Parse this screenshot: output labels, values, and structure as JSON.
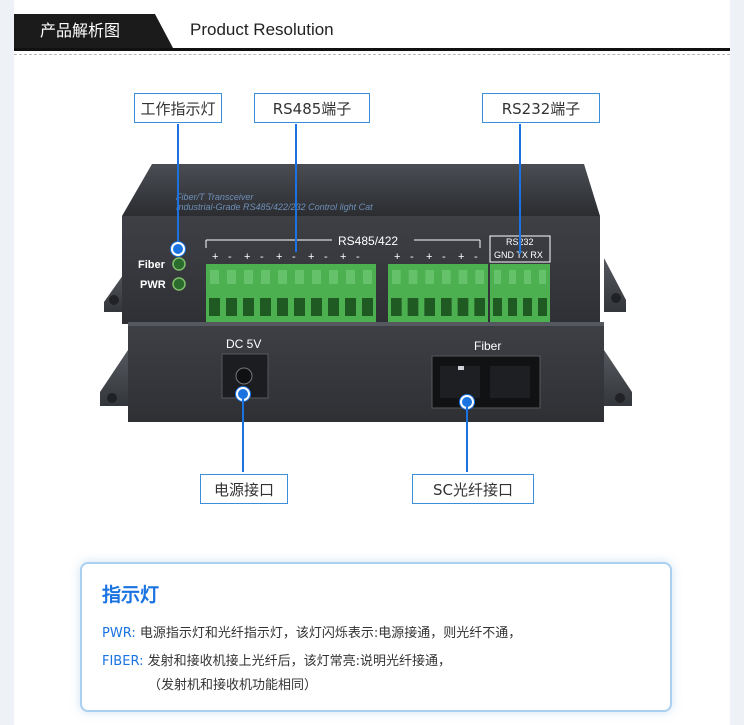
{
  "header": {
    "title_cn": "产品解析图",
    "title_en": "Product Resolution"
  },
  "callouts": {
    "work_indicator": "工作指示灯",
    "rs485_port": "RS485端子",
    "rs232_port": "RS232端子",
    "power_port": "电源接口",
    "sc_fiber_port": "SC光纤接口"
  },
  "device": {
    "brand_line": "Fiber/T Transceiver",
    "model_line": "Industrial-Grade RS485/422/232 Control light Cat",
    "led_fiber": "Fiber",
    "led_pwr": "PWR",
    "rs485_label": "RS485/422",
    "rs232_label": "RS232",
    "rs232_pins": "GND TX RX",
    "polarity_pairs": [
      "+",
      "-",
      "+",
      "-",
      "+",
      "-",
      "+",
      "-",
      "+",
      "-",
      "+",
      "-",
      "+",
      "-",
      "+",
      "-"
    ],
    "dc_label": "DC 5V",
    "fiber_port_label": "Fiber",
    "colors": {
      "body": "#3b3d42",
      "terminal": "#4caf50",
      "accent": "#1a73e0"
    }
  },
  "info": {
    "title": "指示灯",
    "pwr_key": "PWR:",
    "pwr_text": "电源指示灯和光纤指示灯，该灯闪烁表示:电源接通，则光纤不通，",
    "fiber_key": "FIBER:",
    "fiber_text": "发射和接收机接上光纤后，该灯常亮:说明光纤接通，",
    "note": "（发射机和接收机功能相同）"
  }
}
